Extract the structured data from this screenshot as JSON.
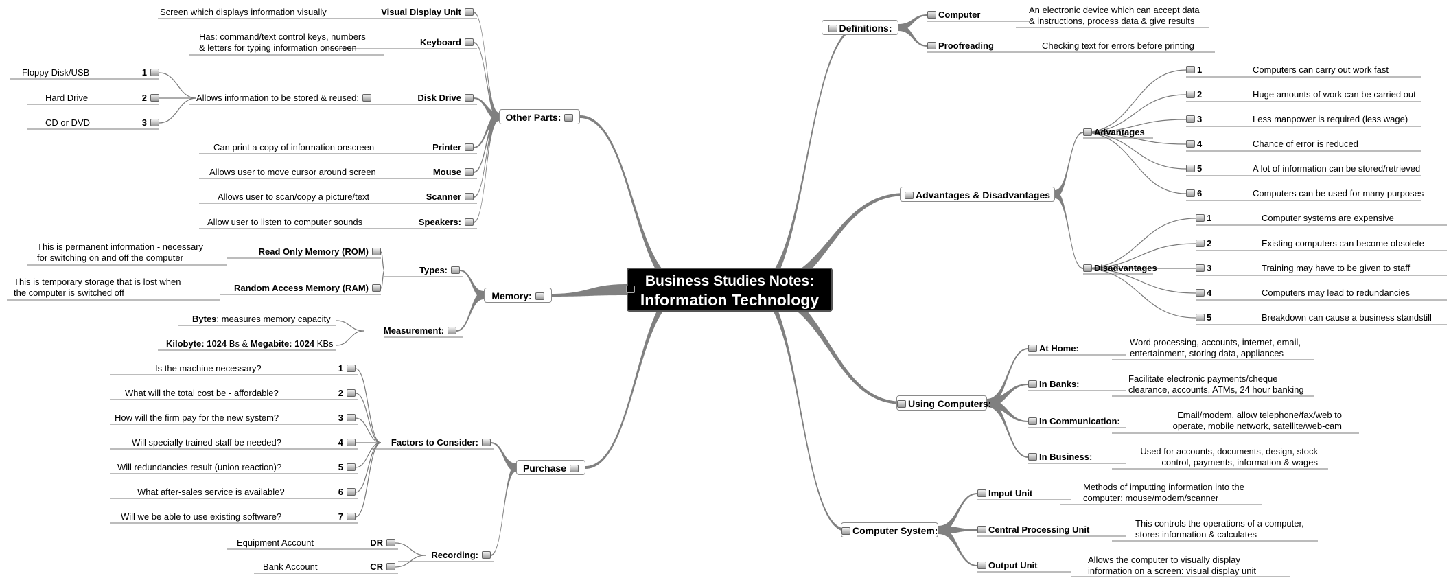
{
  "central": {
    "line1": "Business Studies Notes:",
    "line2": "Information Technology"
  },
  "definitions": {
    "label": "Definitions:",
    "computer": {
      "label": "Computer",
      "text1": "An electronic device which can accept data",
      "text2": "& instructions, process data & give results"
    },
    "proofreading": {
      "label": "Proofreading",
      "text": "Checking text for errors before printing"
    }
  },
  "advdis": {
    "label": "Advantages & Disadvantages",
    "advantages": {
      "label": "Advantages",
      "items": [
        {
          "num": "1",
          "text": "Computers can carry out work fast"
        },
        {
          "num": "2",
          "text": "Huge amounts of work can be carried out"
        },
        {
          "num": "3",
          "text": "Less manpower is required (less wage)"
        },
        {
          "num": "4",
          "text": "Chance of error is reduced"
        },
        {
          "num": "5",
          "text": "A lot of information can be stored/retrieved"
        },
        {
          "num": "6",
          "text": "Computers can be used for many purposes"
        }
      ]
    },
    "disadvantages": {
      "label": "Disadvantages",
      "items": [
        {
          "num": "1",
          "text": "Computer systems are expensive"
        },
        {
          "num": "2",
          "text": "Existing computers can become obsolete"
        },
        {
          "num": "3",
          "text": "Training may have to be given to staff"
        },
        {
          "num": "4",
          "text": "Computers may lead to redundancies"
        },
        {
          "num": "5",
          "text": "Breakdown can cause a business standstill"
        }
      ]
    }
  },
  "using": {
    "label": "Using Computers:",
    "home": {
      "label": "At Home:",
      "text1": "Word processing, accounts, internet, email,",
      "text2": "entertainment, storing data, appliances"
    },
    "banks": {
      "label": "In Banks:",
      "text1": "Facilitate electronic payments/cheque",
      "text2": "clearance, accounts, ATMs, 24 hour banking"
    },
    "communication": {
      "label": "In Communication:",
      "text1": "Email/modem, allow telephone/fax/web to",
      "text2": "operate, mobile network, satellite/web-cam"
    },
    "business": {
      "label": "In Business:",
      "text1": "Used for accounts, documents, design, stock",
      "text2": "control, payments, information & wages"
    }
  },
  "system": {
    "label": "Computer System:",
    "input": {
      "label": "Imput Unit",
      "text1": "Methods of imputting information into the",
      "text2": "computer: mouse/modem/scanner"
    },
    "cpu": {
      "label": "Central Processing Unit",
      "text1": "This controls the operations of a computer,",
      "text2": "stores information & calculates"
    },
    "output": {
      "label": "Output Unit",
      "text1": "Allows the computer to visually display",
      "text2": "information on a screen: visual display unit"
    }
  },
  "other": {
    "label": "Other Parts:",
    "vdu": {
      "label": "Visual Display Unit",
      "text": "Screen which displays information visually"
    },
    "keyboard": {
      "label": "Keyboard",
      "text1": "Has: command/text control keys, numbers",
      "text2": "& letters for typing information onscreen"
    },
    "disk": {
      "label": "Disk Drive",
      "text": "Allows information to be stored & reused:",
      "items": [
        {
          "num": "1",
          "text": "Floppy Disk/USB"
        },
        {
          "num": "2",
          "text": "Hard Drive"
        },
        {
          "num": "3",
          "text": "CD or DVD"
        }
      ]
    },
    "printer": {
      "label": "Printer",
      "text": "Can print a copy of information onscreen"
    },
    "mouse": {
      "label": "Mouse",
      "text": "Allows user to move cursor around screen"
    },
    "scanner": {
      "label": "Scanner",
      "text": "Allows user to scan/copy a picture/text"
    },
    "speakers": {
      "label": "Speakers:",
      "text": "Allow user to listen to computer sounds"
    }
  },
  "memory": {
    "label": "Memory:",
    "types": {
      "label": "Types:",
      "rom": {
        "label": "Read Only Memory (ROM)",
        "text1": "This is permanent information - necessary",
        "text2": "for switching on and off the computer"
      },
      "ram": {
        "label": "Random Access Memory (RAM)",
        "text1": "This is temporary storage that is lost when",
        "text2": "the computer is switched off"
      }
    },
    "measurement": {
      "label": "Measurement:",
      "bytes_bold": "Bytes",
      "bytes_rest": ": measures memory capacity",
      "kb_bold": "Kilobyte: 1024",
      "kb_mid": " Bs & ",
      "mb_bold": "Megabite: 1024",
      "mb_rest": " KBs"
    }
  },
  "purchase": {
    "label": "Purchase",
    "factors": {
      "label": "Factors to Consider:",
      "items": [
        {
          "num": "1",
          "text": "Is the machine necessary?"
        },
        {
          "num": "2",
          "text": "What will the total cost be - affordable?"
        },
        {
          "num": "3",
          "text": "How will the firm pay for the new system?"
        },
        {
          "num": "4",
          "text": "Will specially trained staff be needed?"
        },
        {
          "num": "5",
          "text": "Will redundancies result (union reaction)?"
        },
        {
          "num": "6",
          "text": "What after-sales service is available?"
        },
        {
          "num": "7",
          "text": "Will we be able to use existing software?"
        }
      ]
    },
    "recording": {
      "label": "Recording:",
      "dr": {
        "label": "DR",
        "text": "Equipment Account"
      },
      "cr": {
        "label": "CR",
        "text": "Bank Account"
      }
    }
  },
  "colors": {
    "branch": "#808080",
    "underline": "#7a7a7a",
    "central_bg": "#000000",
    "central_text": "#ffffff"
  }
}
